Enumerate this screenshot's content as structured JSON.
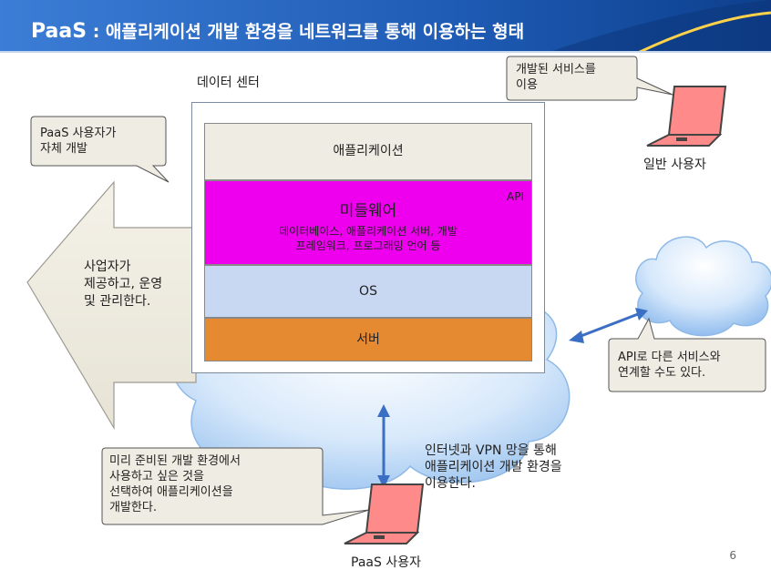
{
  "title": {
    "prefix": "PaaS",
    "rest": " : 애플리케이션 개발 환경을 네트워크를 통해 이용하는 형태"
  },
  "data_center": {
    "label": "데이터 센터",
    "layers": {
      "application": "애플리케이션",
      "middleware": "미들웨어",
      "middleware_detail": "데이터베이스, 애플리케이션 서버, 개발\n프레임워크, 프로그래밍 언어 등",
      "api_tag": "API",
      "os": "OS",
      "server": "서버"
    }
  },
  "callouts": {
    "paas_self_dev": "PaaS 사용자가\n자체 개발",
    "provider_arrow": "사업자가\n제공하고, 운영\n및 관리한다.",
    "use_services": "개발된 서비스를\n이용",
    "api_connect": "API로 다른 서비스와\n연계할 수도 있다.",
    "prepared_env": "미리 준비된 개발 환경에서\n사용하고 싶은 것을\n선택하여 애플리케이션을\n개발한다.",
    "internet_vpn": "인터넷과 VPN 망을 통해\n애플리케이션 개발 환경을\n이용한다."
  },
  "users": {
    "general": "일반 사용자",
    "paas": "PaaS 사용자"
  },
  "page_number": "6",
  "colors": {
    "title_bar": "#1f57a8",
    "middleware": "#ee00ee",
    "server": "#e68a32",
    "os": "#c9d8f2",
    "application": "#efece3",
    "laptop_screen": "#ff8a8a",
    "arrow": "#3a6fc4"
  }
}
